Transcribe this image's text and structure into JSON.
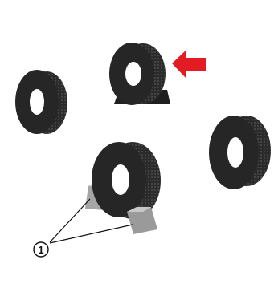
{
  "diagram": {
    "items": [
      {
        "id": "tire-left",
        "role": "tire stored upright"
      },
      {
        "id": "tire-top",
        "role": "tire on wedge support (recommended)"
      },
      {
        "id": "tire-right",
        "role": "tire stored upright"
      },
      {
        "id": "tire-bottom",
        "role": "tire on wedge blocks"
      }
    ],
    "callout": {
      "number": "1",
      "description": "wedge-blocks"
    },
    "arrow": {
      "icon": "arrow-left-icon",
      "color": "#e31b23"
    }
  },
  "colors": {
    "tire": "#2b2b2b",
    "tread": "#4a4a4a",
    "hub": "#ffffff",
    "block": "#9a9a9a",
    "block_light": "#c8c8c8",
    "arrow": "#e31b23"
  }
}
